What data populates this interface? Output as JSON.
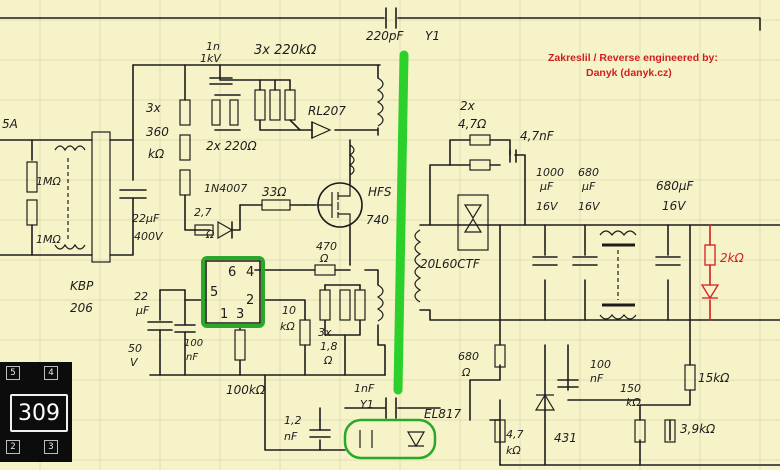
{
  "credit": {
    "line1": "Zakreslil / Reverse engineered by:",
    "line2": "Danyk (danyk.cz)"
  },
  "labels": {
    "fuse": "5A",
    "cap_top": "220pF",
    "cap_top_voltage": "Y1",
    "rc_cap": "1n",
    "rc_cap_voltage": "1kV",
    "snubber_res": "3x 220kΩ",
    "snubber_res_small": "2x 220Ω",
    "rl207": "RL207",
    "bleed_res_count": "3x",
    "bleed_res_value": "360",
    "bleed_res_unit": "kΩ",
    "mains_res_1": "1MΩ",
    "mains_res_2": "1MΩ",
    "bridge_name": "KBP",
    "bridge_code": "206",
    "bulk_cap_value": "22µF",
    "bulk_cap_voltage": "400V",
    "diode_1n4007": "1N4007",
    "res_2_7_value": "2,7",
    "res_2_7_unit": "Ω",
    "res_33": "33Ω",
    "mosfet_name": "HFS",
    "mosfet_code": "740",
    "res_470_value": "470",
    "res_470_unit": "Ω",
    "ic_pin_6": "6",
    "ic_pin_4": "4",
    "ic_pin_5": "5",
    "ic_pin_2": "2",
    "ic_pin_1": "1",
    "ic_pin_3": "3",
    "cap_22_value": "22",
    "cap_22_unit": "µF",
    "cap_22_voltage_value": "50",
    "cap_22_voltage_unit": "V",
    "cap_100n_value": "100",
    "cap_100n_unit": "nF",
    "res_100k": "100kΩ",
    "res_10k_value": "10",
    "res_10k_unit": "kΩ",
    "res_1_8_count": "3x",
    "res_1_8_value": "1,8",
    "res_1_8_unit": "Ω",
    "cap_1n_bottom": "1nF",
    "cap_y1_bottom": "Y1",
    "cap_1_2_value": "1,2",
    "cap_1_2_unit": "nF",
    "optocoupler": "EL817",
    "out_res_count": "2x",
    "out_res_value": "4,7Ω",
    "out_cap_4_7": "4,7nF",
    "rectifier": "20L60CTF",
    "cap_1000_value": "1000",
    "cap_1000_unit": "µF",
    "cap_1000_voltage": "16V",
    "cap_680_value": "680",
    "cap_680_unit": "µF",
    "cap_680_voltage": "16V",
    "cap_680uf": "680µF",
    "cap_680uf_voltage": "16V",
    "led_res": "2kΩ",
    "res_680_value": "680",
    "res_680_unit": "Ω",
    "res_4_7k_value": "4,7",
    "res_4_7k_unit": "kΩ",
    "cap_100n_out_value": "100",
    "cap_100n_out_unit": "nF",
    "tl431": "431",
    "res_150_value": "150",
    "res_150_unit": "kΩ",
    "res_15k": "15kΩ",
    "res_3_9k": "3,9kΩ"
  },
  "chip": {
    "code": "309",
    "pins_top": [
      "5",
      "4"
    ],
    "pins_bottom": [
      "2",
      "3"
    ]
  }
}
